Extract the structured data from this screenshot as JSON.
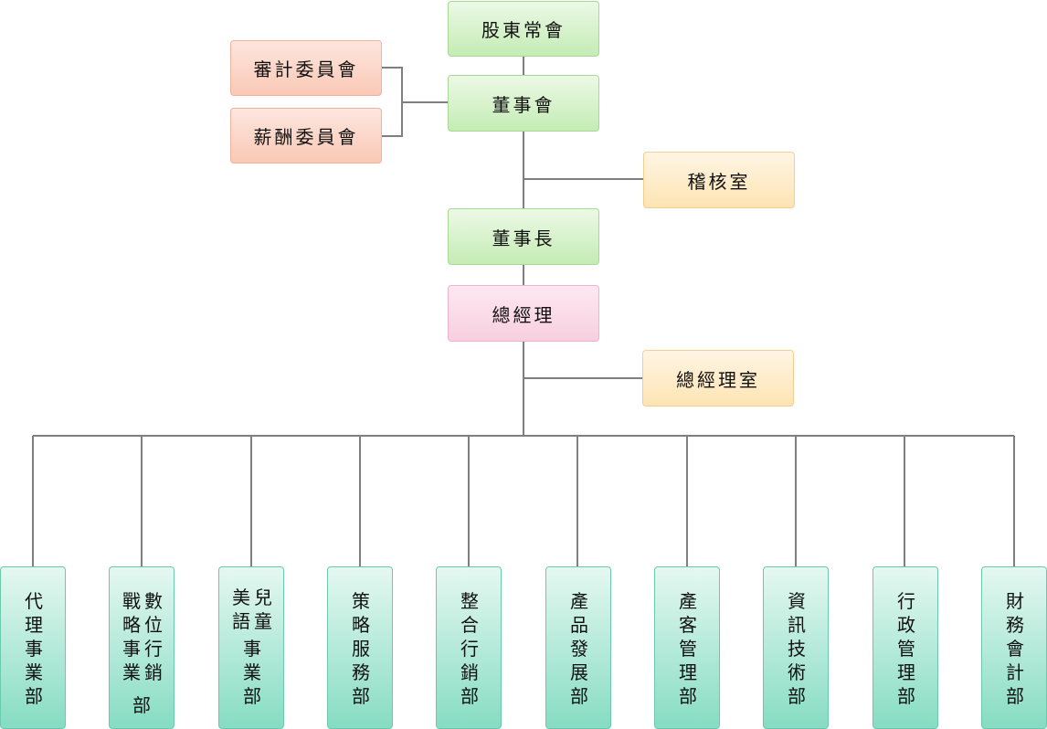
{
  "top": {
    "shareholders": "股東常會",
    "board": "董事會",
    "audit_committee": "審計委員會",
    "compensation_committee": "薪酬委員會",
    "audit_office": "稽核室",
    "chairman": "董事長",
    "president": "總經理",
    "president_office": "總經理室"
  },
  "departments": {
    "agency": "代理事業部",
    "digital_col1": "戰略事業",
    "digital_col2": "數位行銷",
    "digital_foot": "部",
    "kids_col1": "美語",
    "kids_col2": "兒童",
    "kids_foot": "事業部",
    "strategy": "策略服務部",
    "integrated": "整合行銷部",
    "product": "產品發展部",
    "customer": "產客管理部",
    "it": "資訊技術部",
    "admin": "行政管理部",
    "finance": "財務會計部"
  },
  "colors": {
    "line": "#7f7f7f",
    "green": "#c4ecb4",
    "red": "#fac9b6",
    "orange": "#fde4b3",
    "pink": "#f8cfe0",
    "teal": "#86dcc2"
  }
}
